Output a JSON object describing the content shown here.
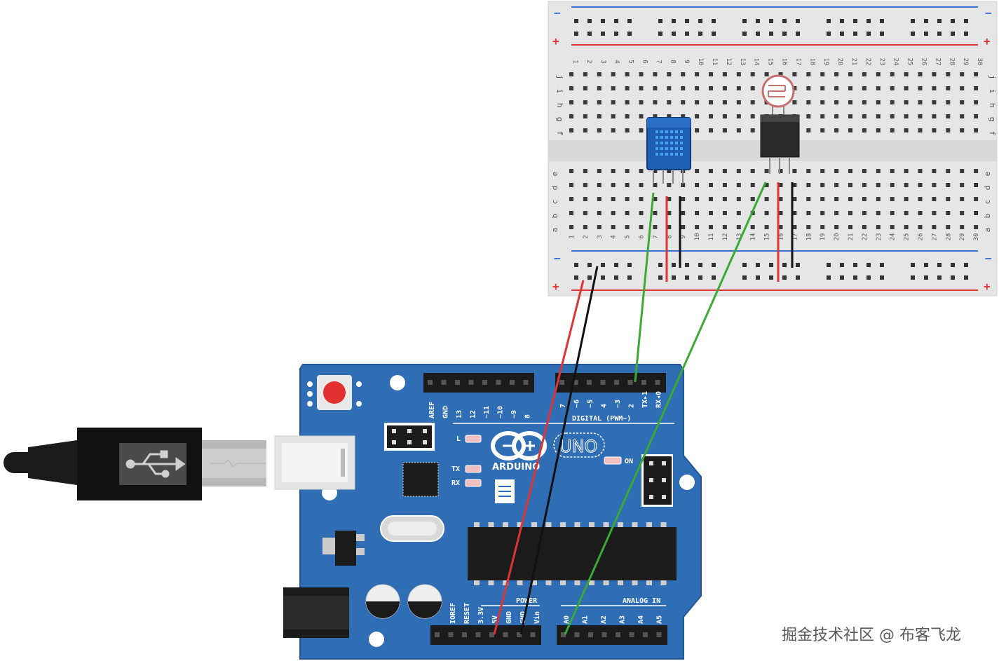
{
  "arduino": {
    "brand": "ARDUINO",
    "model": "UNO",
    "board_color": "#2f6db5",
    "digital_header_title": "DIGITAL (PWM~)",
    "digital_left_pins": [
      "AREF",
      "GND",
      "13",
      "12",
      "~11",
      "~10",
      "~9",
      "8"
    ],
    "digital_right_pins": [
      "7",
      "~6",
      "~5",
      "4",
      "~3",
      "2",
      "TX▸1",
      "RX◂0"
    ],
    "led_labels": {
      "l": "L",
      "tx": "TX",
      "rx": "RX",
      "on": "ON"
    },
    "power_header_title": "POWER",
    "power_pins": [
      "IOREF",
      "RESET",
      "3.3V",
      "5V",
      "GND",
      "GND",
      "Vin"
    ],
    "analog_header_title": "ANALOG IN",
    "analog_pins": [
      "A0",
      "A1",
      "A2",
      "A3",
      "A4",
      "A5"
    ]
  },
  "breadboard": {
    "column_numbers": [
      "1",
      "2",
      "3",
      "4",
      "5",
      "6",
      "7",
      "8",
      "9",
      "10",
      "11",
      "12",
      "13",
      "14",
      "15",
      "16",
      "17",
      "18",
      "19",
      "20",
      "21",
      "22",
      "23",
      "24",
      "25",
      "26",
      "27",
      "28",
      "29",
      "30"
    ],
    "top_row_letters": [
      "j",
      "i",
      "h",
      "g",
      "f"
    ],
    "bottom_row_letters": [
      "e",
      "d",
      "c",
      "b",
      "a"
    ],
    "rail_plus": "+",
    "rail_minus": "−"
  },
  "wires": {
    "red": "#e03434",
    "black": "#111111",
    "green": "#3aaa35"
  },
  "watermark": "掘金技术社区 @ 布客飞龙"
}
